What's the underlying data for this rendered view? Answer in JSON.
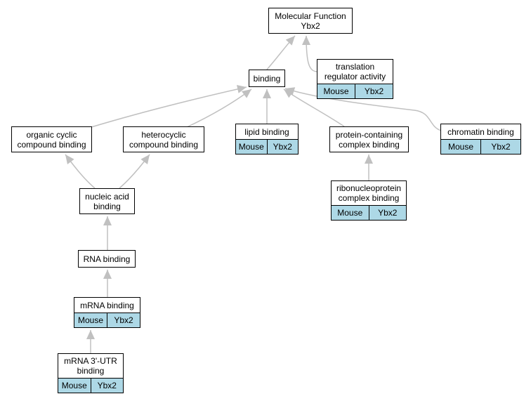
{
  "nodes": {
    "mf": {
      "label": "Molecular Function\nYbx2"
    },
    "tra": {
      "label": "translation\nregulator activity",
      "org": "Mouse",
      "gene": "Ybx2"
    },
    "bin": {
      "label": "binding"
    },
    "occ": {
      "label": "organic cyclic\ncompound binding"
    },
    "het": {
      "label": "heterocyclic\ncompound binding"
    },
    "lip": {
      "label": "lipid binding",
      "org": "Mouse",
      "gene": "Ybx2"
    },
    "pcb": {
      "label": "protein-containing\ncomplex binding"
    },
    "chr": {
      "label": "chromatin binding",
      "org": "Mouse",
      "gene": "Ybx2"
    },
    "rnp": {
      "label": "ribonucleoprotein\ncomplex binding",
      "org": "Mouse",
      "gene": "Ybx2"
    },
    "nab": {
      "label": "nucleic acid\nbinding"
    },
    "rna": {
      "label": "RNA binding"
    },
    "mrna": {
      "label": "mRNA binding",
      "org": "Mouse",
      "gene": "Ybx2"
    },
    "utr": {
      "label": "mRNA 3'-UTR\nbinding",
      "org": "Mouse",
      "gene": "Ybx2"
    }
  },
  "edges": [
    {
      "from": "bin",
      "to": "mf"
    },
    {
      "from": "tra",
      "to": "mf"
    },
    {
      "from": "occ",
      "to": "bin"
    },
    {
      "from": "het",
      "to": "bin"
    },
    {
      "from": "lip",
      "to": "bin"
    },
    {
      "from": "pcb",
      "to": "bin"
    },
    {
      "from": "chr",
      "to": "bin"
    },
    {
      "from": "nab",
      "to": "occ"
    },
    {
      "from": "nab",
      "to": "het"
    },
    {
      "from": "rnp",
      "to": "pcb"
    },
    {
      "from": "rna",
      "to": "nab"
    },
    {
      "from": "mrna",
      "to": "rna"
    },
    {
      "from": "utr",
      "to": "mrna"
    }
  ]
}
